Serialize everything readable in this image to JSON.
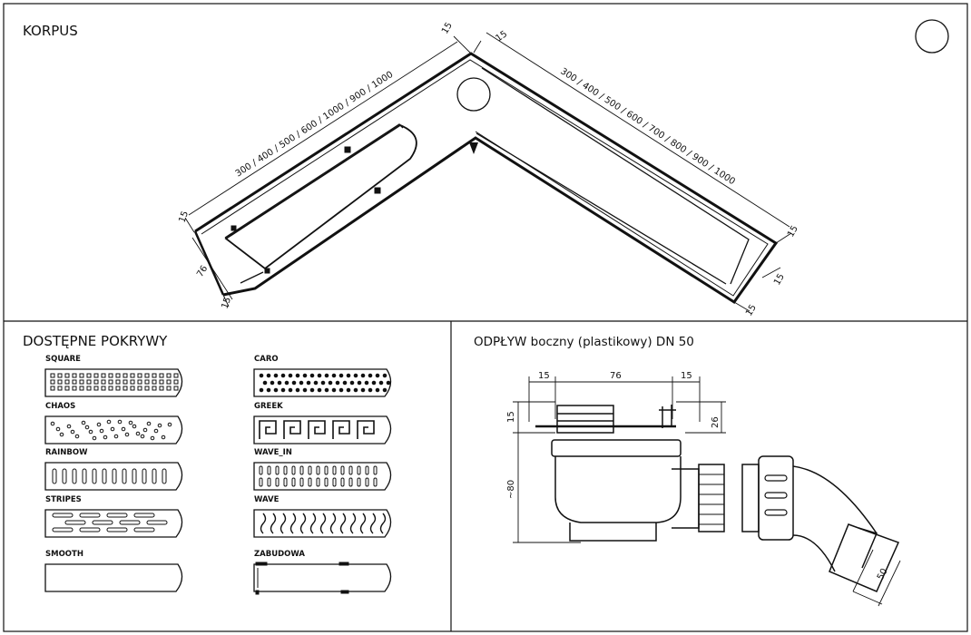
{
  "korpus": {
    "title": "KORPUS",
    "length_left": "300 / 400 / 500 / 600 / 1000 / 900 / 1000",
    "length_right": "300 / 400 / 500 / 600 / 700 / 800 / 900 / 1000",
    "dim_15_top_a": "15",
    "dim_15_top_b": "15",
    "dim_15_left": "15",
    "dim_76": "76",
    "dim_15_bottom_left": "15",
    "dim_15_right_top": "15",
    "dim_15_right_mid": "15",
    "dim_15_right_bottom": "15"
  },
  "covers": {
    "title": "DOSTĘPNE POKRYWY",
    "items": [
      {
        "label": "SQUARE",
        "pattern": "square"
      },
      {
        "label": "CARO",
        "pattern": "caro"
      },
      {
        "label": "CHAOS",
        "pattern": "chaos"
      },
      {
        "label": "GREEK",
        "pattern": "greek"
      },
      {
        "label": "RAINBOW",
        "pattern": "rainbow"
      },
      {
        "label": "WAVE_IN",
        "pattern": "wave_in"
      },
      {
        "label": "STRIPES",
        "pattern": "stripes"
      },
      {
        "label": "WAVE",
        "pattern": "wave"
      },
      {
        "label": "SMOOTH",
        "pattern": "smooth"
      },
      {
        "label": "ZABUDOWA",
        "pattern": "zabudowa"
      }
    ]
  },
  "outlet": {
    "title": "ODPŁYW boczny (plastikowy) DN 50",
    "dim_15_a": "15",
    "dim_76": "76",
    "dim_15_b": "15",
    "dim_15_left": "15",
    "dim_26": "26",
    "dim_80": "~80",
    "dim_50": "50"
  },
  "colors": {
    "line": "#111111",
    "background": "#ffffff"
  }
}
